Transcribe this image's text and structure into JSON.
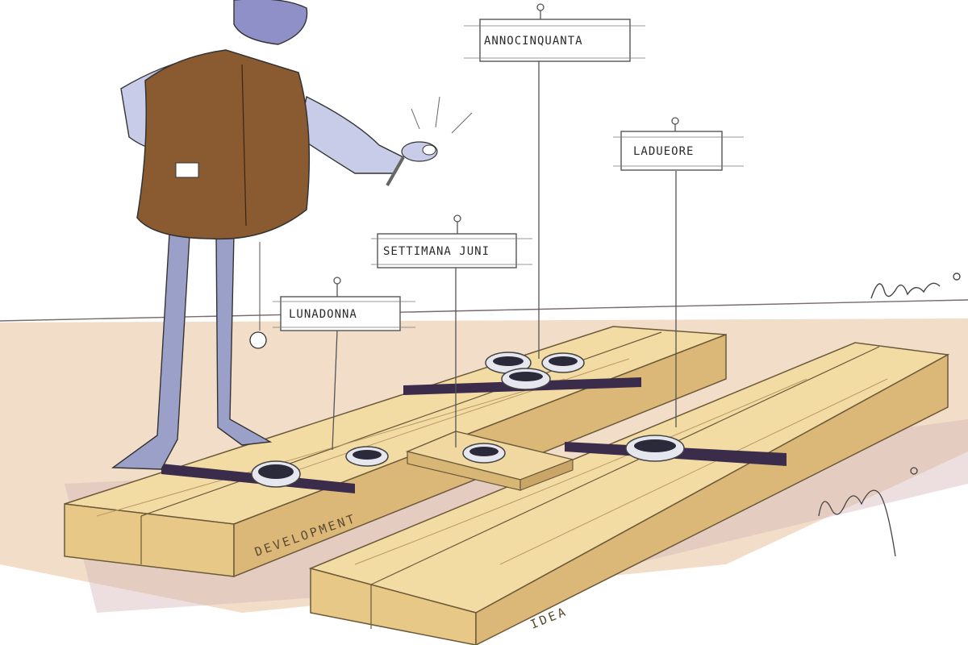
{
  "labels": {
    "annocinquanta": "ANNOCINQUANTA",
    "ladueore": "LADUEORE",
    "settimana": "SETTIMANA JUNI",
    "lunadonna": "LUNADONNA"
  },
  "plank_texts": {
    "development": "DEVELOPMENT",
    "idea": "IDEA"
  },
  "signatures": {
    "top": "Lindo",
    "bottom": "Lindo"
  },
  "colors": {
    "wood": "#f2d9a0",
    "wood_dark": "#d9b878",
    "vest": "#8a5a30",
    "shirt": "#c8cce8",
    "strap": "#3a2c4a",
    "ground": "#e8c8a8"
  }
}
